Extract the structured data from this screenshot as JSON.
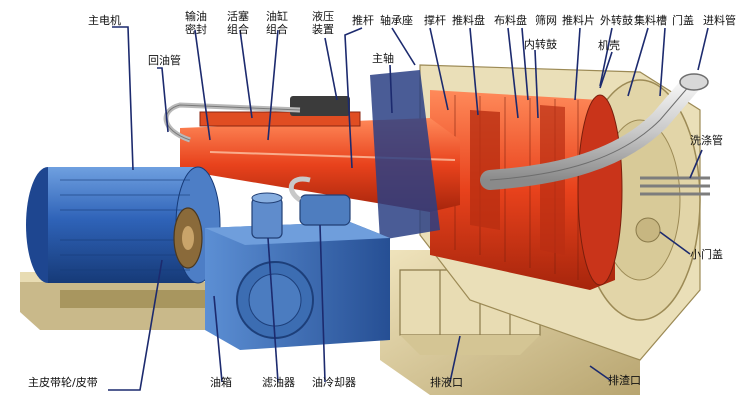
{
  "labels": {
    "main_motor": "主电机",
    "oil_return_pipe": "回油管",
    "oil_seal_1": "输油",
    "oil_seal_2": "密封",
    "piston_1": "活塞",
    "piston_2": "组合",
    "cylinder_1": "油缸",
    "cylinder_2": "组合",
    "hydraulic_1": "液压",
    "hydraulic_2": "装置",
    "push_rod": "推杆",
    "bearing_seat": "轴承座",
    "main_shaft": "主轴",
    "strut": "撑杆",
    "pusher_plate": "推料盘",
    "distribution_plate": "布料盘",
    "screen": "筛网",
    "inner_drum": "内转鼓",
    "pusher_blade": "推料片",
    "outer_drum": "外转鼓",
    "collecting_tank": "集料槽",
    "housing": "机壳",
    "door_cover": "门盖",
    "feed_pipe": "进料管",
    "wash_pipe": "洗涤管",
    "small_door": "小门盖",
    "pulley": "主皮带轮/皮带",
    "oil_tank": "油箱",
    "oil_filter": "滤油器",
    "oil_cooler": "油冷却器",
    "drain_port": "排液口",
    "slag_port": "排渣口"
  },
  "colors": {
    "motor": "#2f63b8",
    "base": "#d8c99a",
    "rotor": "#e8421c",
    "tank": "#3a6fb8",
    "leader": "#1c2a6e"
  }
}
